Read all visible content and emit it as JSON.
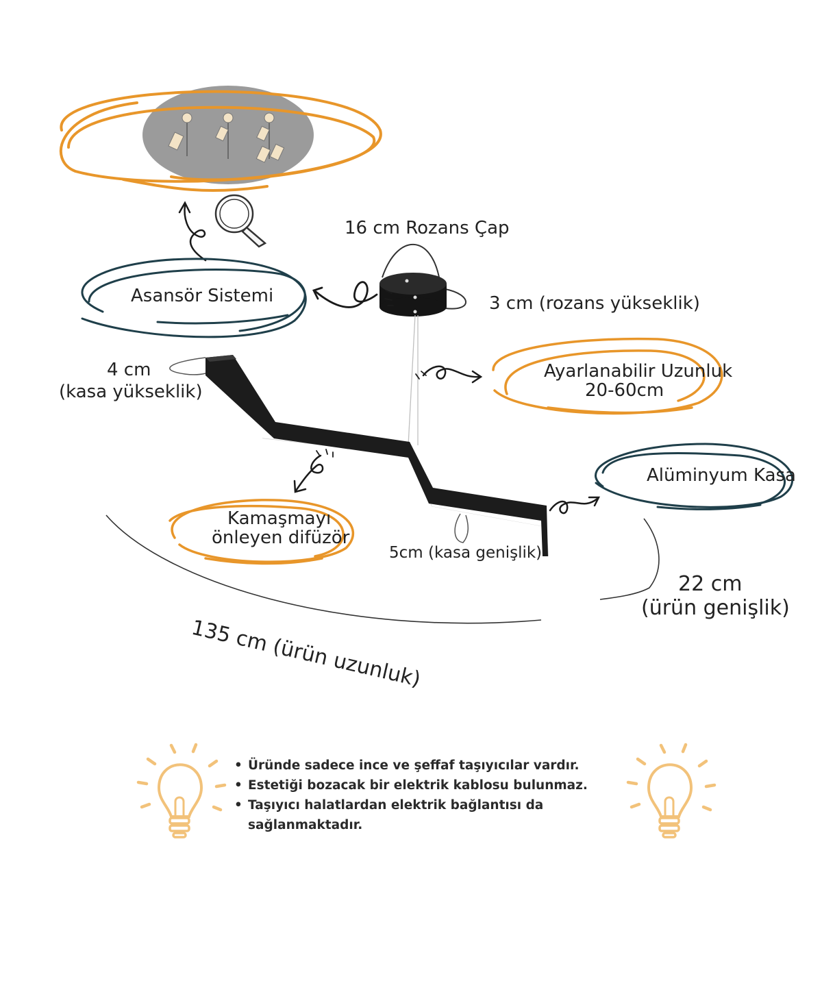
{
  "labels": {
    "rosette_diameter": "16 cm Rozans Çap",
    "rosette_height": "3 cm (rozans yükseklik)",
    "elevator_system": "Asansör Sistemi",
    "case_height_value": "4 cm",
    "case_height_desc": "(kasa yükseklik)",
    "adjustable_length_line1": "Ayarlanabilir Uzunluk",
    "adjustable_length_line2": "20-60cm",
    "aluminum_case": "Alüminyum Kasa",
    "diffuser_line1": "Kamaşmayı",
    "diffuser_line2": "önleyen difüzör",
    "case_width": "5cm (kasa genişlik)",
    "product_width_value": "22 cm",
    "product_width_desc": "(ürün genişlik)",
    "product_length": "135 cm (ürün uzunluk)"
  },
  "notes": [
    "Üründe sadece ince ve şeffaf taşıyıcılar vardır.",
    "Estetiği bozacak bir elektrik kablosu bulunmaz.",
    "Taşıyıcı halatlardan elektrik bağlantısı da sağlanmaktadır."
  ],
  "icons": [
    "magnifier-icon",
    "lightbulb-icon",
    "lightbulb-icon"
  ],
  "colors": {
    "orange_scribble": "#e8962a",
    "teal_scribble": "#1f3f4a",
    "lamp_body": "#1c1c1c",
    "detail_disc": "#9b9b9b",
    "bulb": "#f2c27a"
  }
}
